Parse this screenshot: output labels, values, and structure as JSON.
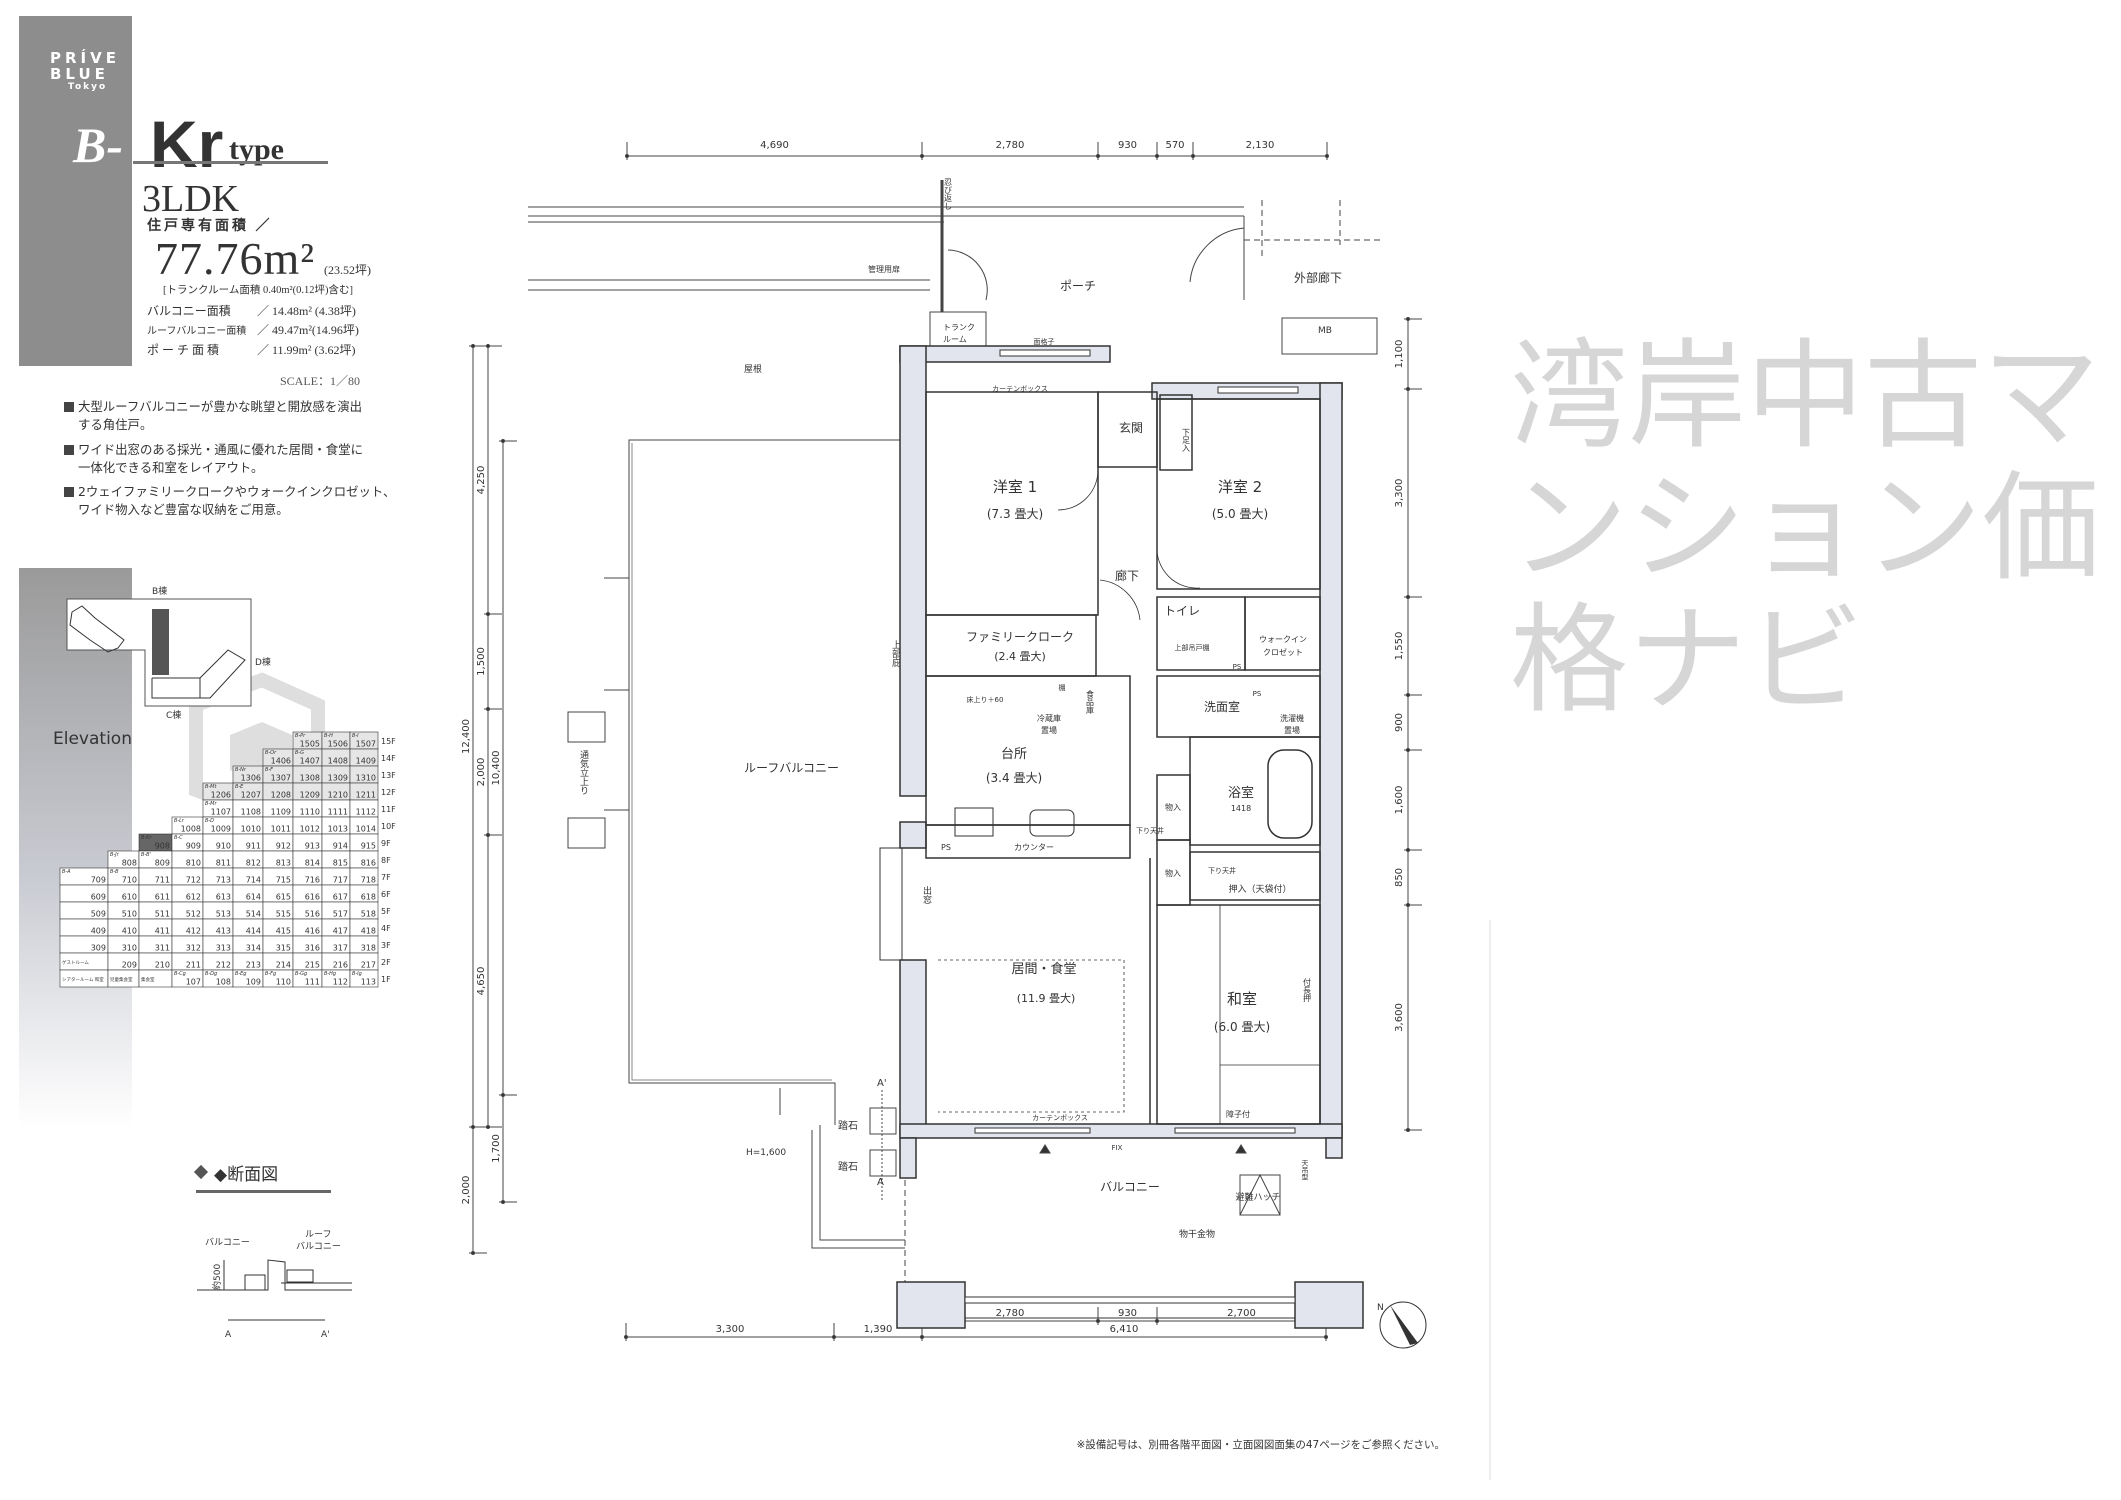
{
  "brand": {
    "line1": "PRÍVE",
    "line2": "BLUE",
    "line3": "Tokyo"
  },
  "unit_type": {
    "prefix": "B-",
    "code": "Kr",
    "suffix": "type",
    "layout": "3LDK"
  },
  "areas": {
    "exclusive_label": "住戸専有面積 ／",
    "exclusive_value": "77.76m²",
    "exclusive_tsubo": "(23.52坪)",
    "trunk_note": "[トランクルーム面積 0.40m²(0.12坪)含む]",
    "rows": [
      {
        "label": "バルコニー面積",
        "value": "／ 14.48m² (4.38坪)"
      },
      {
        "label": "ルーフバルコニー面積",
        "value": "／ 49.47m²(14.96坪)"
      },
      {
        "label": "ポ ー チ 面 積",
        "value": "／ 11.99m² (3.62坪)"
      }
    ],
    "scale": "SCALE：1／80"
  },
  "features": [
    {
      "line1": "大型ルーフバルコニーが豊かな眺望と開放感を演出",
      "line2": "する角住戸。"
    },
    {
      "line1": "ワイド出窓のある採光・通風に優れた居間・食堂に",
      "line2": "一体化できる和室をレイアウト。"
    },
    {
      "line1": "2ウェイファミリークロークやウォークインクロゼット、",
      "line2": "ワイド物入など豊富な収納をご用意。"
    }
  ],
  "keymap": {
    "b_wing": "B棟",
    "c_wing": "C棟",
    "d_wing": "D棟"
  },
  "elevation": {
    "title": "Elevation",
    "highlight": "908",
    "floors": [
      "15F",
      "14F",
      "13F",
      "12F",
      "11F",
      "10F",
      "9F",
      "8F",
      "7F",
      "6F",
      "5F",
      "4F",
      "3F",
      "2F",
      "1F"
    ],
    "columns": [
      {
        "top_floor": 7,
        "cells": [
          {
            "t": "B-A",
            "n": "709"
          },
          {
            "n": "609"
          },
          {
            "n": "509"
          },
          {
            "n": "409"
          },
          {
            "n": "309"
          },
          {
            "n": "ゲストルーム"
          },
          {
            "n": "シアタールーム 和室"
          }
        ]
      },
      {
        "top_floor": 8,
        "cells": [
          {
            "t": "B-Jr",
            "n": "808"
          },
          {
            "t": "B-B",
            "n": "710"
          },
          {
            "n": "610"
          },
          {
            "n": "510"
          },
          {
            "n": "410"
          },
          {
            "n": "310"
          },
          {
            "n": "209"
          },
          {
            "n": "児童集会室"
          }
        ]
      },
      {
        "top_floor": 9,
        "cells": [
          {
            "t": "B-Kr",
            "n": "908"
          },
          {
            "t": "B-B'",
            "n": "809"
          },
          {
            "n": "711"
          },
          {
            "n": "611"
          },
          {
            "n": "511"
          },
          {
            "n": "411"
          },
          {
            "n": "311"
          },
          {
            "n": "210"
          },
          {
            "n": "集会室"
          }
        ]
      },
      {
        "top_floor": 10,
        "cells": [
          {
            "t": "B-Lr",
            "n": "1008"
          },
          {
            "t": "B-C",
            "n": "909"
          },
          {
            "n": "810"
          },
          {
            "n": "712"
          },
          {
            "n": "612"
          },
          {
            "n": "512"
          },
          {
            "n": "412"
          },
          {
            "n": "312"
          },
          {
            "n": "211"
          },
          {
            "t": "B-Cg",
            "n": "107"
          }
        ]
      },
      {
        "top_floor": 12,
        "cells": [
          {
            "t": "B-Mt",
            "n": "1206"
          },
          {
            "t": "B-Mr",
            "n": "1107"
          },
          {
            "t": "B-D",
            "n": "1009"
          },
          {
            "n": "910"
          },
          {
            "n": "811"
          },
          {
            "n": "713"
          },
          {
            "n": "613"
          },
          {
            "n": "513"
          },
          {
            "n": "413"
          },
          {
            "n": "313"
          },
          {
            "n": "212"
          },
          {
            "t": "B-Dg",
            "n": "108"
          }
        ]
      },
      {
        "top_floor": 13,
        "cells": [
          {
            "t": "B-Nr",
            "n": "1306"
          },
          {
            "t": "B-E",
            "n": "1207"
          },
          {
            "n": "1108"
          },
          {
            "n": "1010"
          },
          {
            "n": "911"
          },
          {
            "n": "812"
          },
          {
            "n": "714"
          },
          {
            "n": "614"
          },
          {
            "n": "514"
          },
          {
            "n": "414"
          },
          {
            "n": "314"
          },
          {
            "n": "213"
          },
          {
            "t": "B-Eg",
            "n": "109"
          }
        ]
      },
      {
        "top_floor": 14,
        "cells": [
          {
            "t": "B-Or",
            "n": "1406"
          },
          {
            "t": "B-F",
            "n": "1307"
          },
          {
            "n": "1208"
          },
          {
            "n": "1109"
          },
          {
            "n": "1011"
          },
          {
            "n": "912"
          },
          {
            "n": "813"
          },
          {
            "n": "715"
          },
          {
            "n": "615"
          },
          {
            "n": "515"
          },
          {
            "n": "415"
          },
          {
            "n": "315"
          },
          {
            "n": "214"
          },
          {
            "t": "B-Fg",
            "n": "110"
          }
        ]
      },
      {
        "top_floor": 15,
        "cells": [
          {
            "t": "B-Pr",
            "n": "1505"
          },
          {
            "t": "B-G",
            "n": "1407"
          },
          {
            "n": "1308"
          },
          {
            "n": "1209"
          },
          {
            "n": "1110"
          },
          {
            "n": "1012"
          },
          {
            "n": "913"
          },
          {
            "n": "814"
          },
          {
            "n": "716"
          },
          {
            "n": "616"
          },
          {
            "n": "516"
          },
          {
            "n": "416"
          },
          {
            "n": "316"
          },
          {
            "n": "215"
          },
          {
            "t": "B-Gg",
            "n": "111"
          }
        ]
      },
      {
        "top_floor": 15,
        "cells": [
          {
            "t": "B-H",
            "n": "1506"
          },
          {
            "n": "1408"
          },
          {
            "n": "1309"
          },
          {
            "n": "1210"
          },
          {
            "n": "1111"
          },
          {
            "n": "1013"
          },
          {
            "n": "914"
          },
          {
            "n": "815"
          },
          {
            "n": "717"
          },
          {
            "n": "617"
          },
          {
            "n": "517"
          },
          {
            "n": "417"
          },
          {
            "n": "317"
          },
          {
            "n": "216"
          },
          {
            "t": "B-Hg",
            "n": "112"
          }
        ]
      },
      {
        "top_floor": 15,
        "cells": [
          {
            "t": "B-I",
            "n": "1507"
          },
          {
            "n": "1409"
          },
          {
            "n": "1310"
          },
          {
            "n": "1211"
          },
          {
            "n": "1112"
          },
          {
            "n": "1014"
          },
          {
            "n": "915"
          },
          {
            "n": "816"
          },
          {
            "n": "718"
          },
          {
            "n": "618"
          },
          {
            "n": "518"
          },
          {
            "n": "418"
          },
          {
            "n": "318"
          },
          {
            "n": "217"
          },
          {
            "t": "B-Ig",
            "n": "113"
          }
        ]
      }
    ]
  },
  "section": {
    "title": "◆断面図",
    "balcony": "バルコニー",
    "roof1": "ルーフ",
    "roof2": "バルコニー",
    "height": "約500",
    "a": "A",
    "a_prime": "A'"
  },
  "plan": {
    "dims_top": [
      "4,690",
      "2,780",
      "930",
      "570",
      "2,130"
    ],
    "dims_left": {
      "a": "4,250",
      "b": "1,500",
      "c": "2,000",
      "d": "4,650",
      "total1": "12,400",
      "total2": "10,400",
      "e": "1,700",
      "f": "2,000"
    },
    "dims_right": [
      "1,100",
      "3,300",
      "1,550",
      "900",
      "1,600",
      "850",
      "3,600"
    ],
    "dims_bottom1": [
      "2,780",
      "930",
      "2,700"
    ],
    "dims_bottom2": [
      "3,300",
      "1,390",
      "6,410"
    ],
    "rooms": {
      "western1": "洋室 1",
      "western1_size": "(7.3 畳大)",
      "western2": "洋室 2",
      "western2_size": "(5.0 畳大)",
      "entrance": "玄関",
      "shoe": "下足入",
      "hall": "廊下",
      "family_cloak": "ファミリークローク",
      "family_cloak_size": "(2.4 畳大)",
      "toilet": "トイレ",
      "upper_cabinet": "上部吊戸棚",
      "wic1": "ウォークイン",
      "wic2": "クロゼット",
      "washroom": "洗面室",
      "washer1": "洗濯機",
      "washer2": "置場",
      "kitchen": "台所",
      "kitchen_size": "(3.4 畳大)",
      "fridge1": "冷蔵庫",
      "fridge2": "置場",
      "pantry": "食品庫",
      "floor_raise": "床上り＋60",
      "shelf": "棚",
      "bath": "浴室",
      "bath_size": "1418",
      "storage1": "物入",
      "storage2": "物入",
      "lowered_ceiling1": "下り天井",
      "lowered_ceiling2": "下り天井",
      "closet": "押入（天袋付）",
      "counter": "カウンター",
      "ps1": "PS",
      "ps2": "PS",
      "ps3": "PS",
      "living": "居間・食堂",
      "living_size": "(11.9 畳大)",
      "japanese": "和室",
      "japanese_size": "(6.0 畳大)",
      "nageshi": "付長押",
      "shoji": "障子付",
      "bay_window": "出窓",
      "curtain_box": "カーテンボックス",
      "fix": "FIX",
      "window_grille": "面格子",
      "balcony": "バルコニー",
      "hatch": "避難ハッチ",
      "laundry": "物干金物",
      "ceiling_type": "天吊型",
      "roof_balcony": "ルーフバルコニー",
      "vent": "通気立上り",
      "eave": "上部庇",
      "stepping1": "踏石",
      "stepping2": "踏石",
      "h1600": "H=1,600",
      "sec_a": "A",
      "sec_a_prime": "A'",
      "porch": "ポーチ",
      "corridor": "外部廊下",
      "mb": "MB",
      "trunk1": "トランク",
      "trunk2": "ルーム",
      "mgmt_door": "管理用扉",
      "anti_climb": "忍び返し",
      "roof": "屋根"
    },
    "compass": "N"
  },
  "footnote": "※設備記号は、別冊各階平面図・立面図図面集の47ページをご参照ください。",
  "watermark": {
    "text": "湾岸中古マンション価格ナビ"
  },
  "colors": {
    "panel_dark": "#8d8d8d",
    "wall_fill": "#e2e5ee",
    "line": "#333333",
    "watermark": "#bdbdbd",
    "highlight_cell": "#666666"
  }
}
